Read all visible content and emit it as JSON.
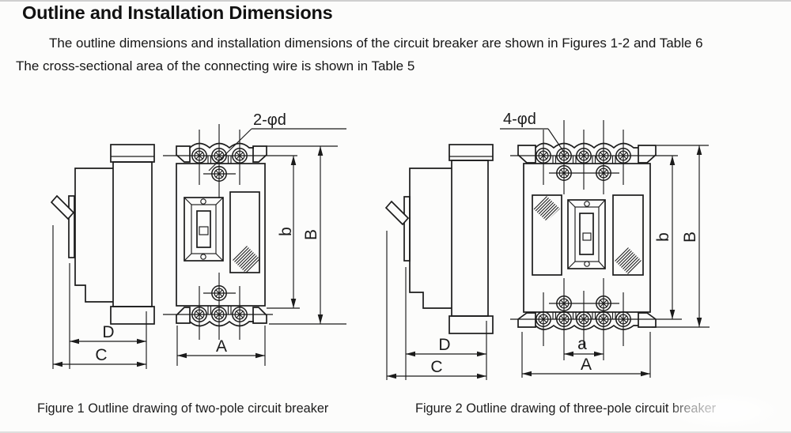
{
  "header": {
    "title": "Outline and Installation Dimensions",
    "line1": "The outline dimensions and installation dimensions of the circuit breaker are shown in Figures 1-2 and Table 6",
    "line2": "The cross-sectional area of the connecting wire is shown in Table 5"
  },
  "fig1": {
    "callout": "2-φd",
    "dim_b": "b",
    "dim_B": "B",
    "dim_A": "A",
    "dim_C": "C",
    "dim_D": "D",
    "caption": "Figure 1 Outline drawing of two-pole circuit breaker"
  },
  "fig2": {
    "callout": "4-φd",
    "dim_b": "b",
    "dim_B": "B",
    "dim_A": "A",
    "dim_a": "a",
    "dim_C": "C",
    "dim_D": "D",
    "caption": "Figure 2 Outline drawing of three-pole circuit breaker"
  },
  "colors": {
    "ink": "#1b1b1b",
    "paper": "#fcfcfb"
  }
}
